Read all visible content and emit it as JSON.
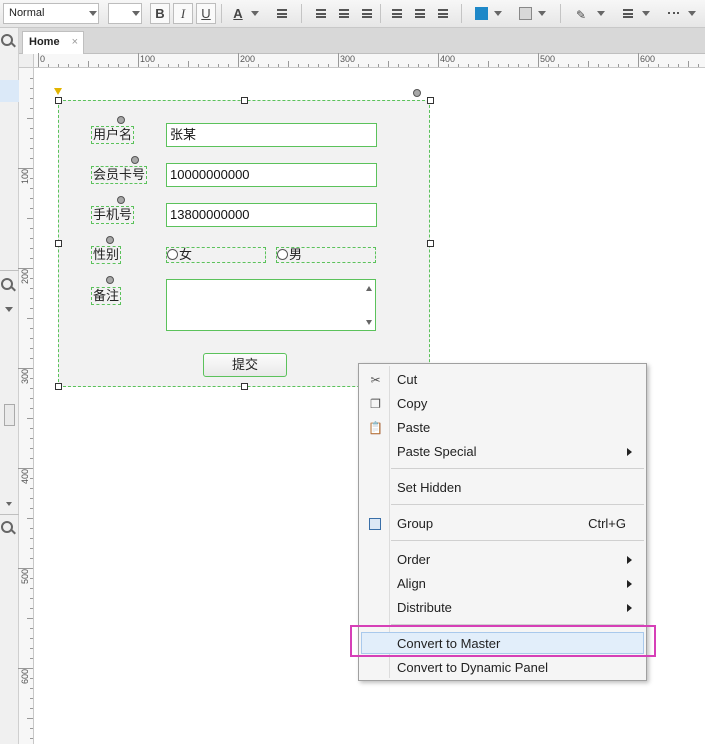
{
  "toolbar": {
    "style_value": "Normal",
    "font_size_value": "",
    "bold": "B",
    "italic": "I",
    "underline": "U",
    "font_color": "A",
    "fill_color": "#1e88c8"
  },
  "tabs": [
    {
      "label": "Home",
      "close": "×"
    }
  ],
  "ruler": {
    "h_labels": [
      "0",
      "100",
      "200",
      "300",
      "400",
      "500",
      "600"
    ],
    "v_labels": [
      "100",
      "200",
      "300",
      "400",
      "500",
      "600"
    ]
  },
  "form": {
    "fields": [
      {
        "label": "用户名",
        "value": "张某"
      },
      {
        "label": "会员卡号",
        "value": "10000000000"
      },
      {
        "label": "手机号",
        "value": "13800000000"
      }
    ],
    "gender": {
      "label": "性别",
      "options": [
        "女",
        "男"
      ]
    },
    "remark": {
      "label": "备注",
      "value": ""
    },
    "submit_label": "提交"
  },
  "context_menu": {
    "items": [
      {
        "label": "Cut",
        "icon": "scissors-icon"
      },
      {
        "label": "Copy",
        "icon": "copy-icon"
      },
      {
        "label": "Paste",
        "icon": "paste-icon"
      },
      {
        "label": "Paste Special",
        "has_submenu": true
      },
      {
        "label": "Set Hidden"
      },
      {
        "label": "Group",
        "icon": "group-icon",
        "shortcut": "Ctrl+G"
      },
      {
        "label": "Order",
        "has_submenu": true
      },
      {
        "label": "Align",
        "has_submenu": true
      },
      {
        "label": "Distribute",
        "has_submenu": true
      },
      {
        "label": "Convert to Master",
        "highlighted": true
      },
      {
        "label": "Convert to Dynamic Panel"
      }
    ]
  },
  "colors": {
    "selection_green": "#5bc25b",
    "highlight_pink": "#d63fb7",
    "menu_highlight": "#e2eefa"
  }
}
